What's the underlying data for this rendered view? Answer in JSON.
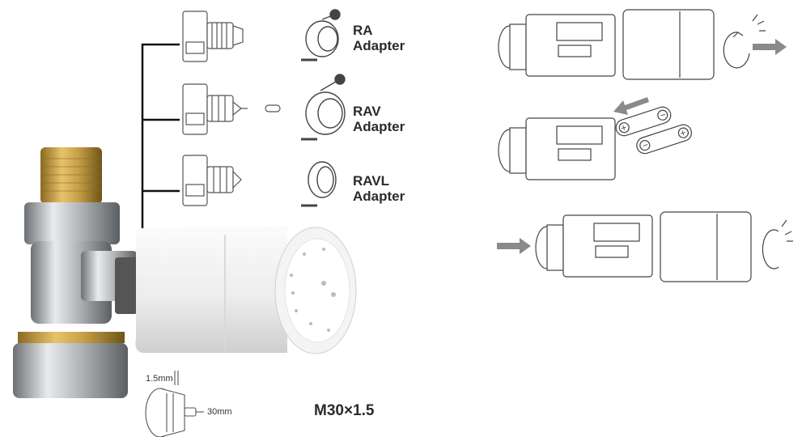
{
  "adapters": [
    {
      "line1": "RA",
      "line2": "Adapter"
    },
    {
      "line1": "RAV",
      "line2": "Adapter"
    },
    {
      "line1": "RAVL",
      "line2": "Adapter"
    }
  ],
  "dimensions": {
    "thread_offset": "1.5mm",
    "pin_length": "30mm"
  },
  "spec": "M30×1.5",
  "colors": {
    "brass": "#c9a24a",
    "chrome": "#b9bcbf",
    "white_body": "#f3f3f3",
    "line_art": "#4a4a4a",
    "arrow_gray": "#8a8a8a"
  },
  "icons": [
    "valve-line-icon",
    "adapter-icon",
    "battery-icon",
    "rotate-arrow-icon",
    "direction-arrow-icon"
  ]
}
